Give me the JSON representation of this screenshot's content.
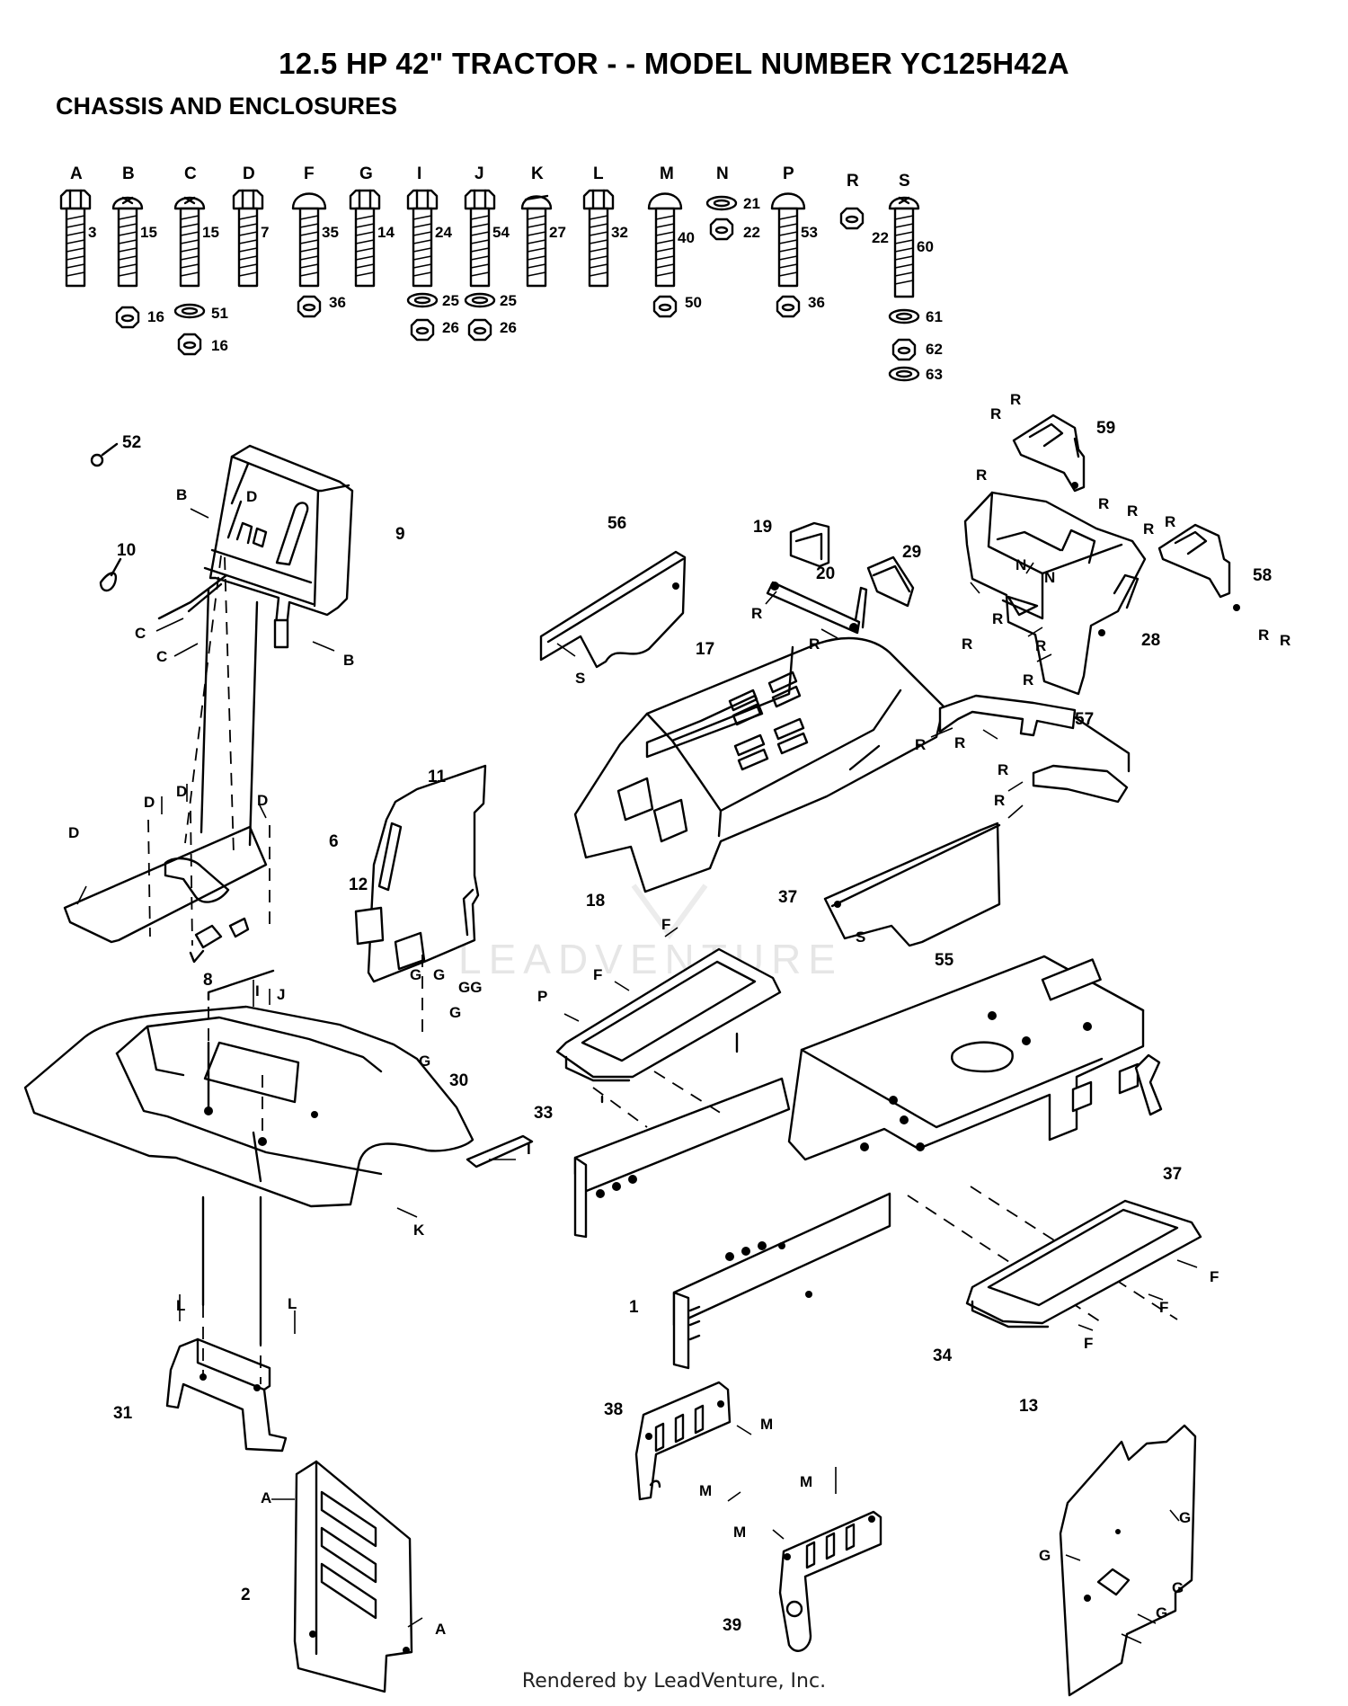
{
  "title": "12.5 HP 42\" TRACTOR - - MODEL NUMBER YC125H42A",
  "subtitle": "CHASSIS AND ENCLOSURES",
  "footer": "Rendered by LeadVenture, Inc.",
  "watermark": "LEADVENTURE",
  "hardware": [
    {
      "letter": "A",
      "bolt": "3",
      "below": []
    },
    {
      "letter": "B",
      "bolt": "15",
      "below": [
        "16"
      ]
    },
    {
      "letter": "C",
      "bolt": "15",
      "below": [
        "51",
        "16"
      ]
    },
    {
      "letter": "D",
      "bolt": "7",
      "below": []
    },
    {
      "letter": "F",
      "bolt": "35",
      "below": [
        "36"
      ]
    },
    {
      "letter": "G",
      "bolt": "14",
      "below": []
    },
    {
      "letter": "I",
      "bolt": "24",
      "below": [
        "25",
        "26"
      ]
    },
    {
      "letter": "J",
      "bolt": "54",
      "below": [
        "25",
        "26"
      ]
    },
    {
      "letter": "K",
      "bolt": "27",
      "below": []
    },
    {
      "letter": "L",
      "bolt": "32",
      "below": []
    },
    {
      "letter": "M",
      "bolt": "40",
      "below": [
        "50"
      ]
    },
    {
      "letter": "N",
      "bolt": "21",
      "below": [
        "22"
      ]
    },
    {
      "letter": "P",
      "bolt": "53",
      "below": [
        "36"
      ]
    },
    {
      "letter": "R",
      "bolt": "22",
      "below": []
    },
    {
      "letter": "S",
      "bolt": "60",
      "below": [
        "61",
        "62",
        "63"
      ]
    }
  ],
  "part_callouts": [
    "1",
    "2",
    "6",
    "8",
    "9",
    "10",
    "11",
    "12",
    "13",
    "17",
    "18",
    "19",
    "20",
    "28",
    "29",
    "30",
    "31",
    "33",
    "34",
    "37",
    "37",
    "38",
    "39",
    "52",
    "55",
    "56",
    "57",
    "58",
    "59"
  ],
  "hardware_callouts": [
    "A",
    "A",
    "B",
    "B",
    "C",
    "C",
    "D",
    "D",
    "D",
    "D",
    "F",
    "F",
    "F",
    "F",
    "F",
    "G",
    "G",
    "GG",
    "G",
    "G",
    "G",
    "G",
    "G",
    "G",
    "I",
    "I",
    "J",
    "K",
    "L",
    "L",
    "M",
    "M",
    "M",
    "M",
    "N",
    "N",
    "P",
    "R",
    "R",
    "R",
    "R",
    "R",
    "R",
    "R",
    "R",
    "R",
    "R",
    "R",
    "R",
    "R",
    "R",
    "R",
    "R",
    "R",
    "R",
    "R",
    "S",
    "S"
  ]
}
